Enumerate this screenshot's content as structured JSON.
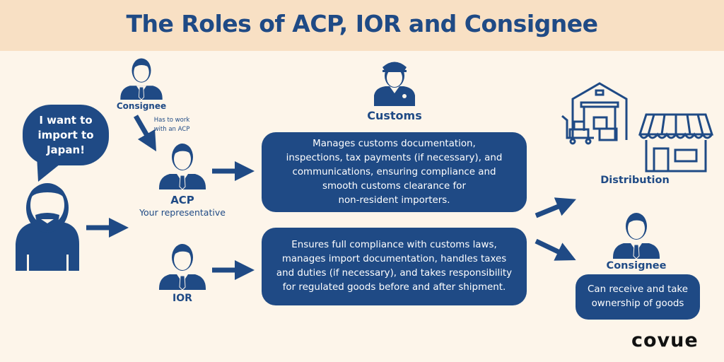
{
  "title": "The Roles of ACP, IOR and Consignee",
  "colors": {
    "navy": "#1f4a85",
    "background": "#fdf5ea",
    "header": "#f8e0c4"
  },
  "importer": {
    "speech": [
      "I want to",
      "import to",
      "Japan!"
    ],
    "icon": "bearded-man-icon"
  },
  "consignee_top": {
    "label": "Consignee",
    "note": [
      "Has to work",
      "with an ACP"
    ],
    "icon": "person-icon"
  },
  "acp": {
    "label": "ACP",
    "sublabel": "Your representative",
    "icon": "person-icon"
  },
  "ior": {
    "label": "IOR",
    "icon": "person-icon"
  },
  "customs": {
    "label": "Customs",
    "icon": "customs-officer-icon"
  },
  "acp_box": [
    "Manages customs documentation,",
    "inspections, tax payments (if necessary), and",
    "communications, ensuring compliance and",
    "smooth customs clearance for",
    "non-resident importers."
  ],
  "ior_box": [
    "Ensures full compliance with customs laws,",
    "manages import documentation, handles taxes",
    "and duties (if necessary), and takes responsibility",
    "for regulated goods before and after shipment."
  ],
  "distribution": {
    "label": "Distribution",
    "icons": [
      "warehouse-icon",
      "store-icon"
    ]
  },
  "consignee_right": {
    "label": "Consignee",
    "box": [
      "Can receive and take",
      "ownership of goods"
    ]
  },
  "logo": "covue"
}
